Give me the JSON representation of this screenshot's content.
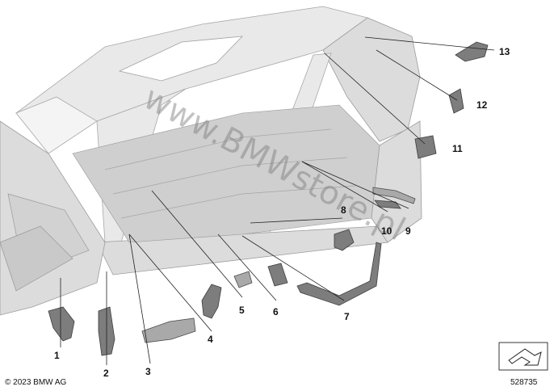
{
  "callouts": [
    {
      "id": "c1",
      "label": "1"
    },
    {
      "id": "c2",
      "label": "2"
    },
    {
      "id": "c3",
      "label": "3"
    },
    {
      "id": "c4",
      "label": "4"
    },
    {
      "id": "c5",
      "label": "5"
    },
    {
      "id": "c6",
      "label": "6"
    },
    {
      "id": "c7",
      "label": "7"
    },
    {
      "id": "c8",
      "label": "8"
    },
    {
      "id": "c9",
      "label": "9"
    },
    {
      "id": "c10",
      "label": "10"
    },
    {
      "id": "c11",
      "label": "11"
    },
    {
      "id": "c12",
      "label": "12"
    },
    {
      "id": "c13",
      "label": "13"
    }
  ],
  "watermark": "www.BMWstore.pl",
  "copyright": "© 2023 BMW AG",
  "document_number": "528735",
  "icons": {
    "direction_indicator": "arrow-box-icon"
  }
}
